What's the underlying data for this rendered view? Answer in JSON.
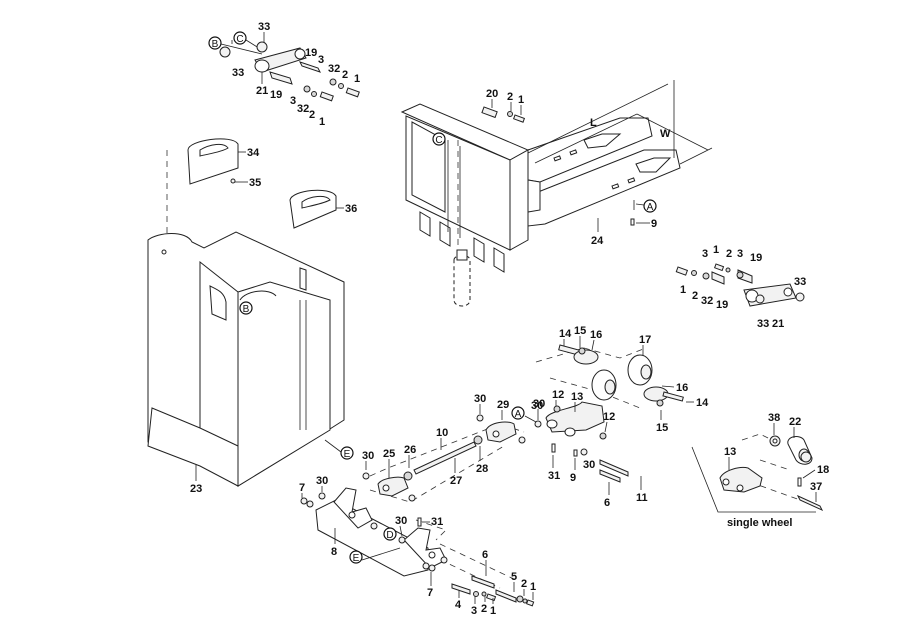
{
  "diagram": {
    "type": "exploded-parts-view",
    "subject": "pallet truck chassis, fork and load-wheel linkage",
    "dimension_labels": {
      "length": "L",
      "width": "W"
    },
    "reference_markers": [
      "A",
      "B",
      "C",
      "D",
      "E"
    ],
    "callouts": {
      "top_linkage": [
        "33",
        "33",
        "21",
        "19",
        "19",
        "3",
        "3",
        "32",
        "32",
        "2",
        "2",
        "1",
        "1"
      ],
      "fork_top": [
        "20",
        "2",
        "1"
      ],
      "fork": [
        "24",
        "9"
      ],
      "right_linkage": [
        "3",
        "1",
        "2",
        "3",
        "19",
        "1",
        "2",
        "32",
        "19",
        "33",
        "33",
        "21"
      ],
      "covers": [
        "34",
        "35",
        "36"
      ],
      "chassis": [
        "23"
      ],
      "wheel_assembly": [
        "14",
        "15",
        "16",
        "17",
        "16",
        "14",
        "15",
        "12",
        "13",
        "12",
        "30",
        "30",
        "31",
        "9",
        "11",
        "6"
      ],
      "push_rod": [
        "30",
        "29",
        "30",
        "10",
        "26",
        "25",
        "30",
        "28",
        "27"
      ],
      "bottom_frame": [
        "7",
        "30",
        "30",
        "31",
        "8",
        "6",
        "7",
        "5",
        "2",
        "1",
        "4",
        "3",
        "2",
        "1"
      ],
      "single_wheel": [
        "38",
        "22",
        "13",
        "18",
        "37"
      ]
    },
    "single_wheel_caption": "single wheel"
  }
}
